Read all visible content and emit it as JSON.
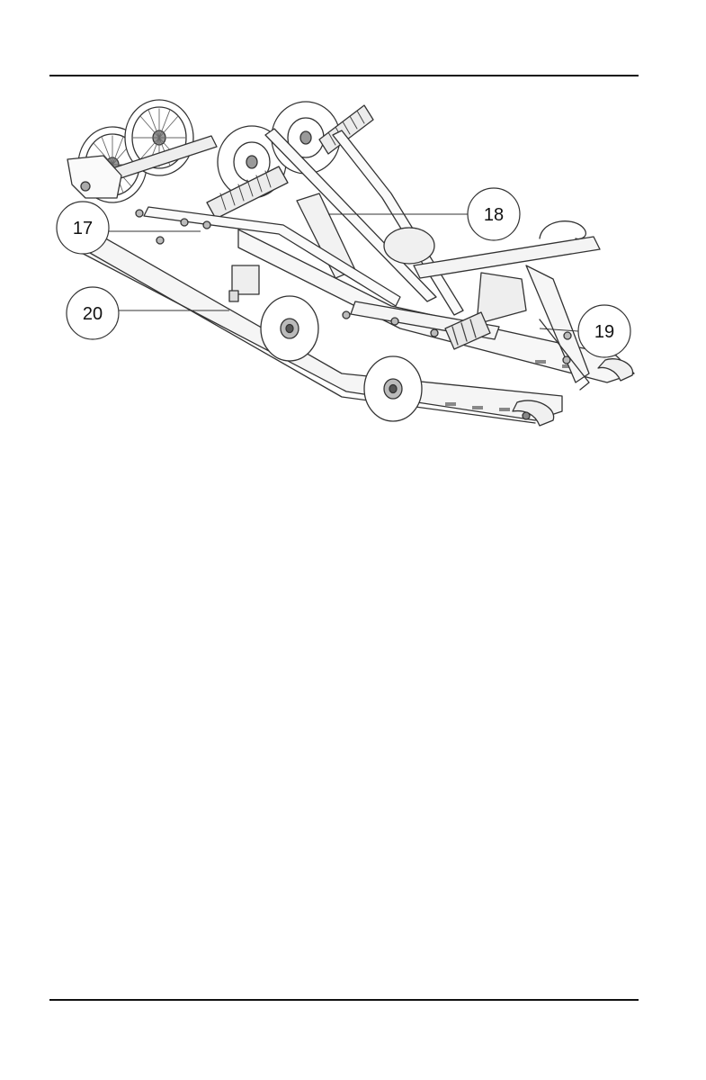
{
  "figure": {
    "callouts": [
      {
        "label": "17"
      },
      {
        "label": "18"
      },
      {
        "label": "19"
      },
      {
        "label": "20"
      }
    ]
  }
}
